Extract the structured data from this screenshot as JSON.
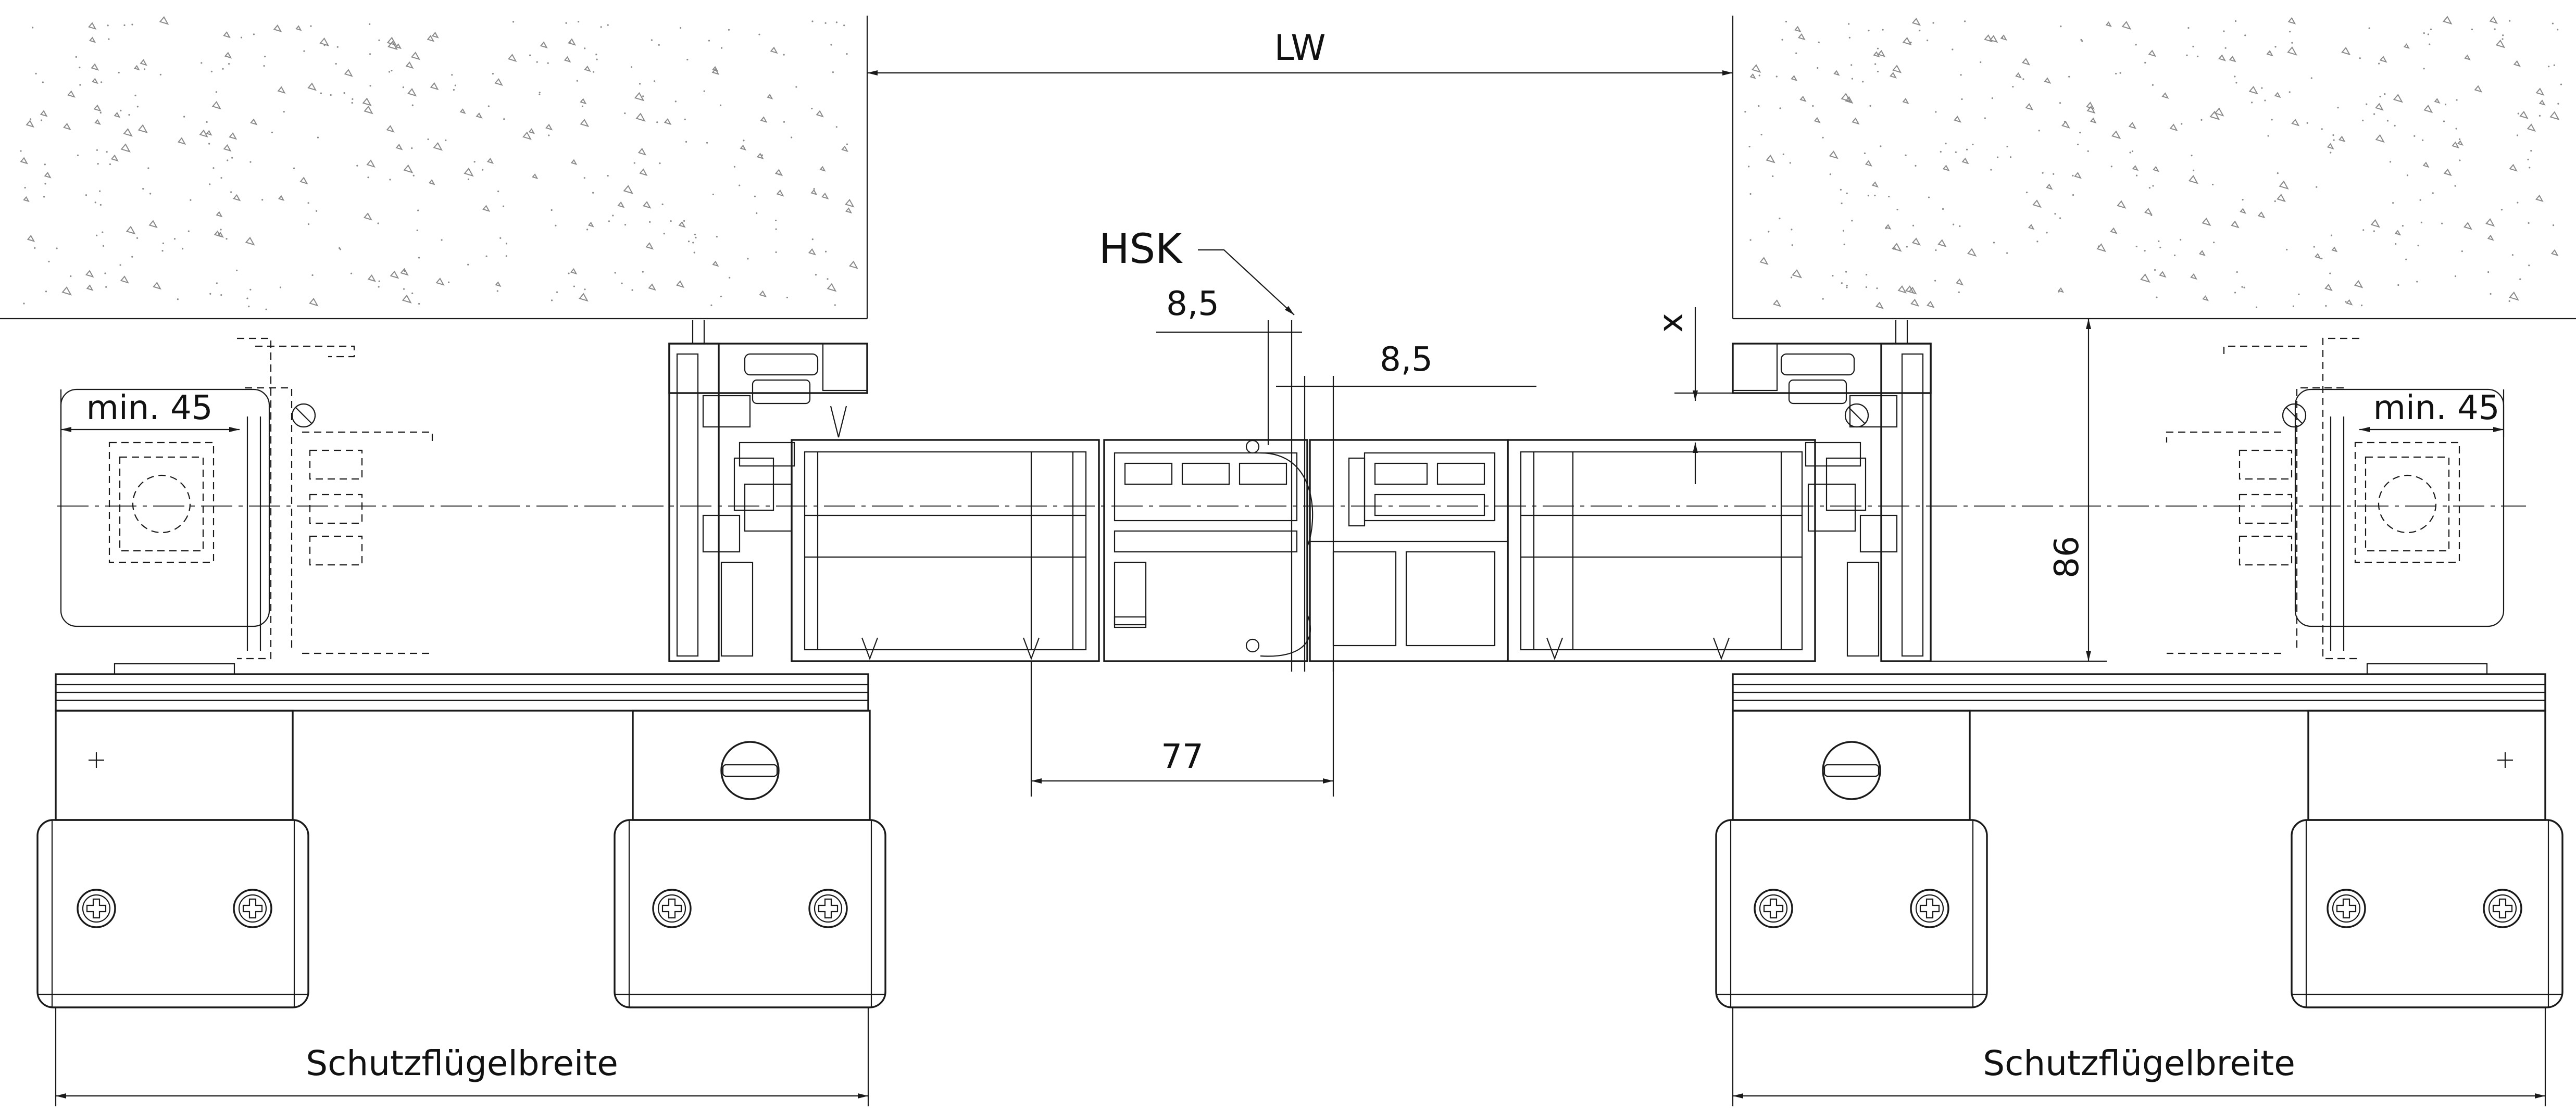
{
  "labels": {
    "lw": "LW",
    "hsk": "HSK",
    "dim_85_left": "8,5",
    "dim_85_right": "8,5",
    "x": "x",
    "dim_86": "86",
    "dim_77": "77",
    "min45_left": "min. 45",
    "min45_right": "min. 45",
    "schutz_left": "Schutzflügelbreite",
    "schutz_right": "Schutzflügelbreite"
  },
  "colors": {
    "line": "#1a1a1a",
    "background": "#ffffff",
    "concrete_speckle": "#8a8a8a"
  }
}
